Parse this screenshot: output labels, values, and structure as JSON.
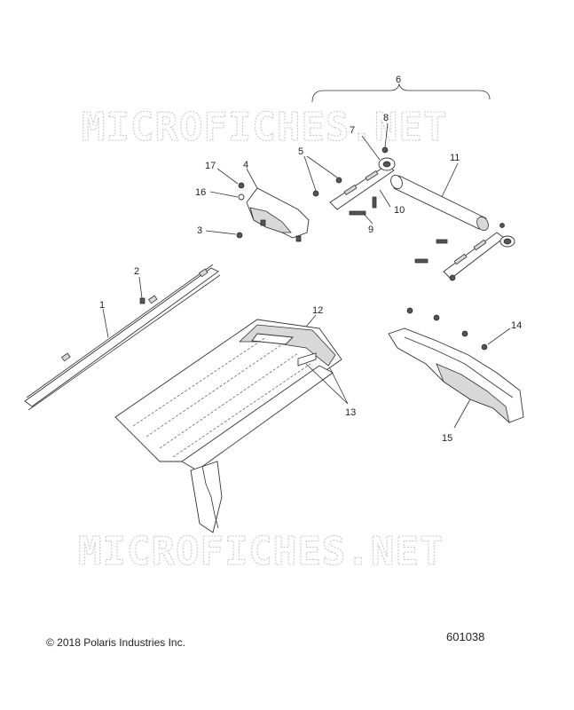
{
  "watermark": {
    "top": "MICROFICHES.NET",
    "bottom": "MICROFICHES.NET"
  },
  "callouts": [
    "1",
    "2",
    "3",
    "4",
    "5",
    "6",
    "7",
    "8",
    "9",
    "10",
    "11",
    "12",
    "13",
    "14",
    "15",
    "16",
    "17"
  ],
  "footer": {
    "copyright": "© 2018 Polaris Industries Inc.",
    "diagram_number": "601038"
  }
}
